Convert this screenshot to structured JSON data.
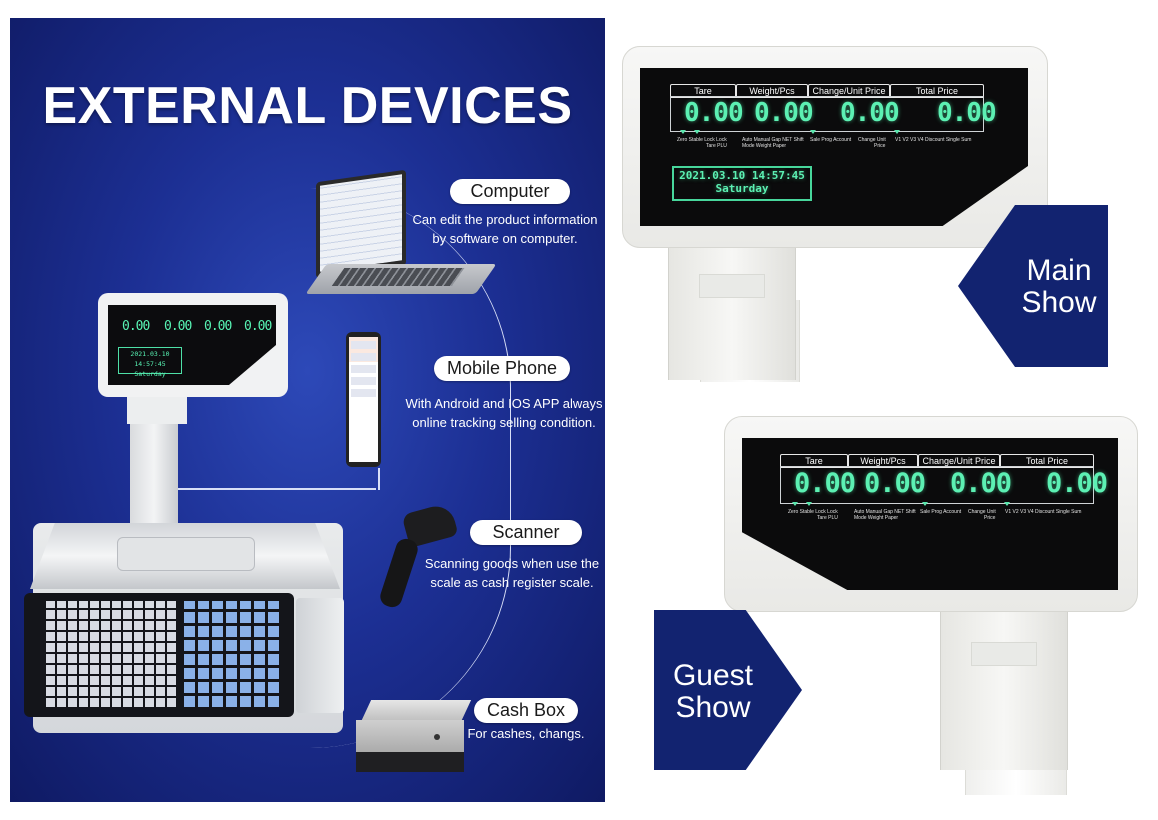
{
  "left_panel": {
    "title": "EXTERNAL DEVICES",
    "devices": [
      {
        "name": "Computer",
        "description_lines": [
          "Can edit the product information",
          "by software on computer."
        ]
      },
      {
        "name": "Mobile Phone",
        "description_lines": [
          "With Android and IOS APP always",
          "online tracking selling condition."
        ]
      },
      {
        "name": "Scanner",
        "description_lines": [
          "Scanning goods when use the",
          "scale as cash register scale."
        ]
      },
      {
        "name": "Cash Box",
        "description_lines": [
          "For cashes, changs."
        ]
      }
    ]
  },
  "display": {
    "headers": [
      "Tare",
      "Weight/Pcs",
      "Change/Unit Price",
      "Total Price"
    ],
    "digits": [
      "0.00",
      "0.00",
      "0.00",
      "0.00"
    ],
    "date_line1": "2021.03.10 14:57:45",
    "date_line2": "Saturday",
    "indicators_left": "Zero Stable Lock Lock",
    "indicators_left_b": "Tare PLU",
    "indicators_mid": "Auto Manual Gap NET Shift",
    "indicators_mid_b": "Mode Weight Paper",
    "indicators_sale": "Sale Prog Account",
    "indicators_change": "Change Unit",
    "indicators_change_b": "Price",
    "indicators_right": "V1 V2 V3 V4 Discount Single Sum"
  },
  "arrows": {
    "main": {
      "line1": "Main",
      "line2": "Show"
    },
    "guest": {
      "line1": "Guest",
      "line2": "Show"
    }
  },
  "colors": {
    "panel_blue": "#1c2f93",
    "arrow_navy": "#122370",
    "lcd_green": "#5cf0b3"
  }
}
